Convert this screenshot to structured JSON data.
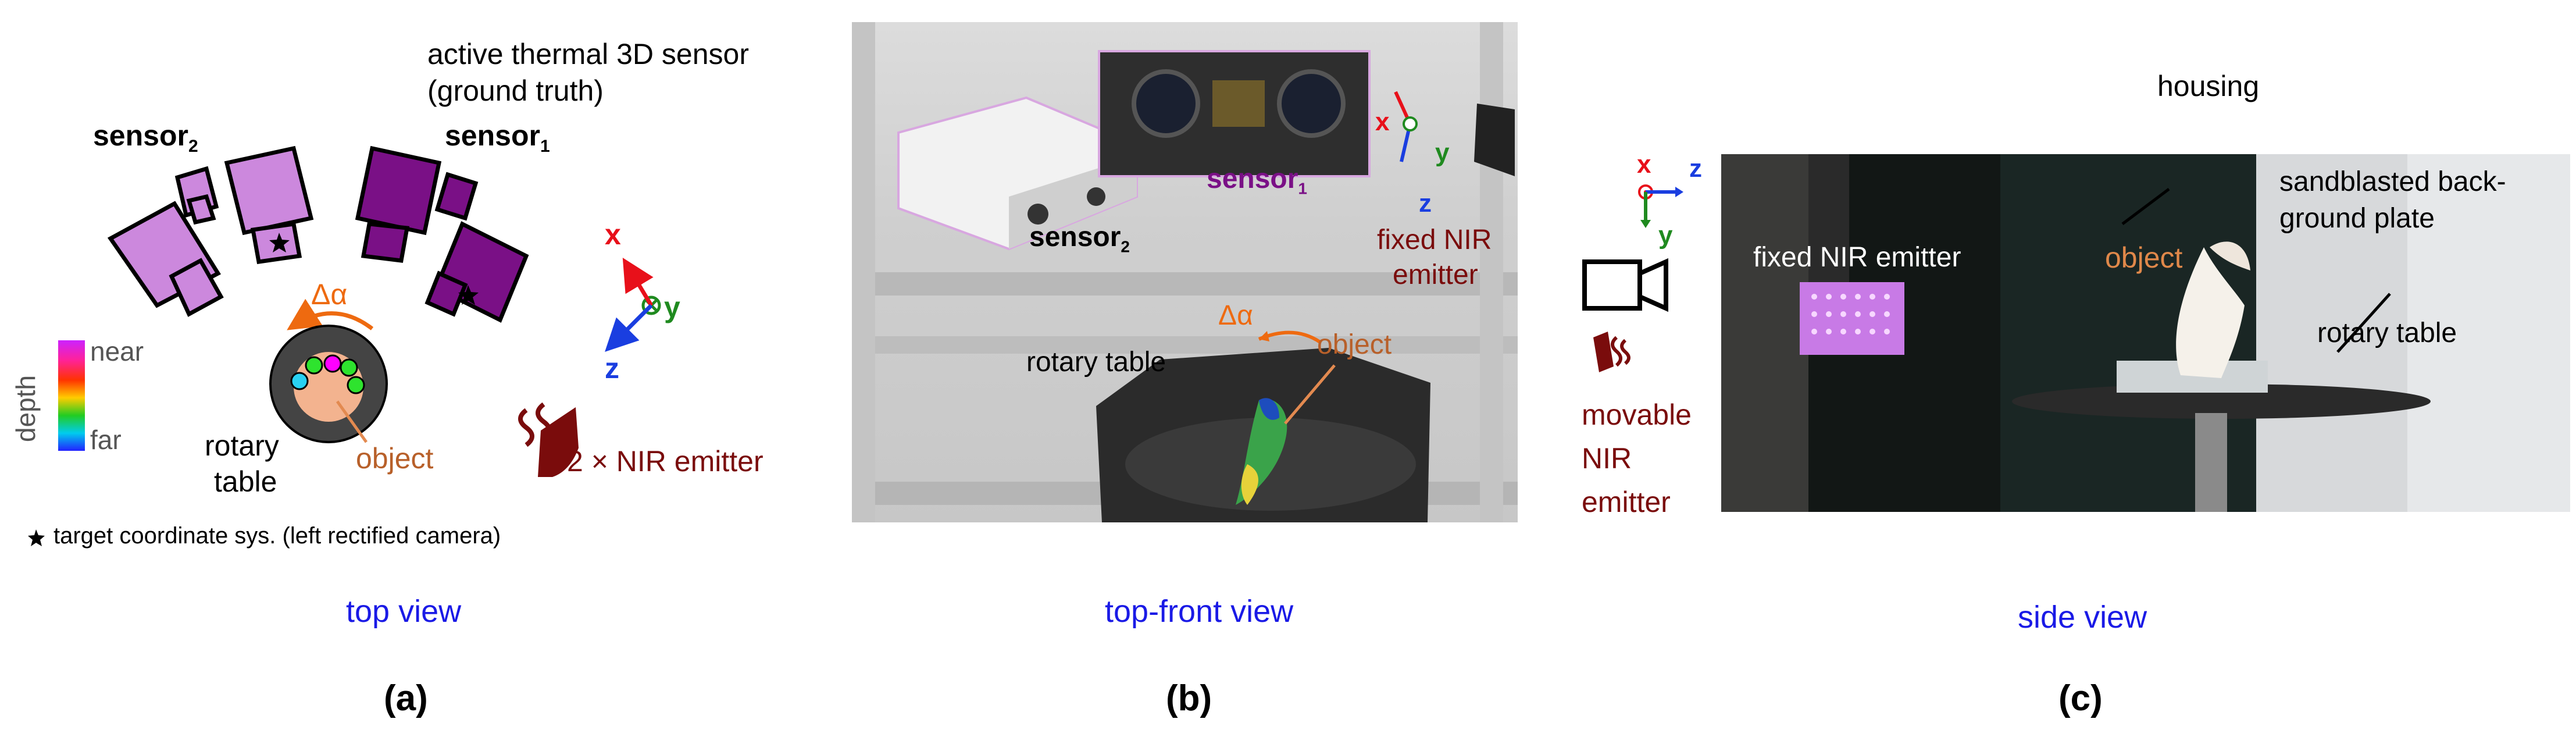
{
  "panel_a": {
    "sensor2_label": "sensor",
    "sensor2_sub": "2",
    "sensor1_label": "sensor",
    "sensor1_sub": "1",
    "gt_sensor_line1": "active thermal 3D sensor",
    "gt_sensor_line2": "(ground truth)",
    "delta_alpha": "Δα",
    "depth_label": "depth",
    "near_label": "near",
    "far_label": "far",
    "rotary_line1": "rotary",
    "rotary_line2": "table",
    "object_label": "object",
    "emitter_label": "2 × NIR emitter",
    "axis_x": "x",
    "axis_y": "y",
    "axis_z": "z",
    "footnote": "target coordinate sys. (left rectified camera)",
    "view_label": "top view",
    "caption": "(a)"
  },
  "panel_b": {
    "sensor1_label": "sensor",
    "sensor1_sub": "1",
    "sensor2_label": "sensor",
    "sensor2_sub": "2",
    "emitter_line1": "fixed NIR",
    "emitter_line2": "emitter",
    "rotary_label": "rotary table",
    "delta_alpha": "Δα",
    "object_label": "object",
    "axis_x": "x",
    "axis_y": "y",
    "axis_z": "z",
    "view_label": "top-front view",
    "caption": "(b)"
  },
  "panel_c": {
    "housing_label": "housing",
    "plate_line1": "sandblasted back-",
    "plate_line2": "ground plate",
    "emitter_label": "fixed NIR emitter",
    "object_label": "object",
    "rotary_label": "rotary table",
    "movable_line1": "movable",
    "movable_line2": "NIR",
    "movable_line3": "emitter",
    "axis_x": "x",
    "axis_y": "y",
    "axis_z": "z",
    "view_label": "side view",
    "caption": "(c)"
  },
  "colors": {
    "sensor_light": "#cc88dd",
    "sensor_dark": "#7a1086",
    "axis_x": "#e8101a",
    "axis_y": "#1f8a1f",
    "axis_z": "#1a3ee0",
    "delta": "#ee6a10",
    "object": "#b8602a",
    "emitter": "#7a0c0c",
    "view_label": "#1a1ae6"
  }
}
